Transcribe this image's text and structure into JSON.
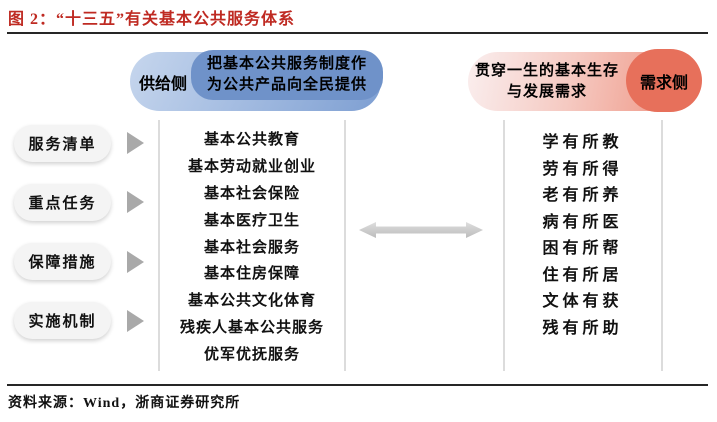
{
  "figure": {
    "title": "图 2：“十三五”有关基本公共服务体系",
    "source": "资料来源：Wind，浙商证券研究所"
  },
  "supply_side": {
    "label": "供给侧",
    "description_line1": "把基本公共服务制度作",
    "description_line2": "为公共产品向全民提供"
  },
  "demand_side": {
    "label": "需求侧",
    "description_line1": "贯穿一生的基本生存",
    "description_line2": "与发展需求"
  },
  "framework_categories": [
    "服务清单",
    "重点任务",
    "保障措施",
    "实施机制"
  ],
  "service_items": [
    "基本公共教育",
    "基本劳动就业创业",
    "基本社会保险",
    "基本医疗卫生",
    "基本社会服务",
    "基本住房保障",
    "基本公共文化体育",
    "残疾人基本公共服务",
    "优军优抚服务"
  ],
  "need_items": [
    "学有所教",
    "劳有所得",
    "老有所养",
    "病有所医",
    "困有所帮",
    "住有所居",
    "文体有获",
    "残有所助"
  ],
  "icons": {
    "category_arrow": "gray-right-triangle",
    "center_arrow": "gray-double-headed-horizontal-arrow"
  },
  "colors": {
    "title_red": "#bf2a22",
    "supply_blue_light": "#b9cde8",
    "supply_blue_dark": "#6f92c9",
    "demand_pink_light": "#f8e7e6",
    "demand_red_mid": "#ee8d7a",
    "demand_red_dark": "#e7705b",
    "arrow_gray": "#c9c9c9",
    "divider_gray": "#dcdcdc"
  }
}
